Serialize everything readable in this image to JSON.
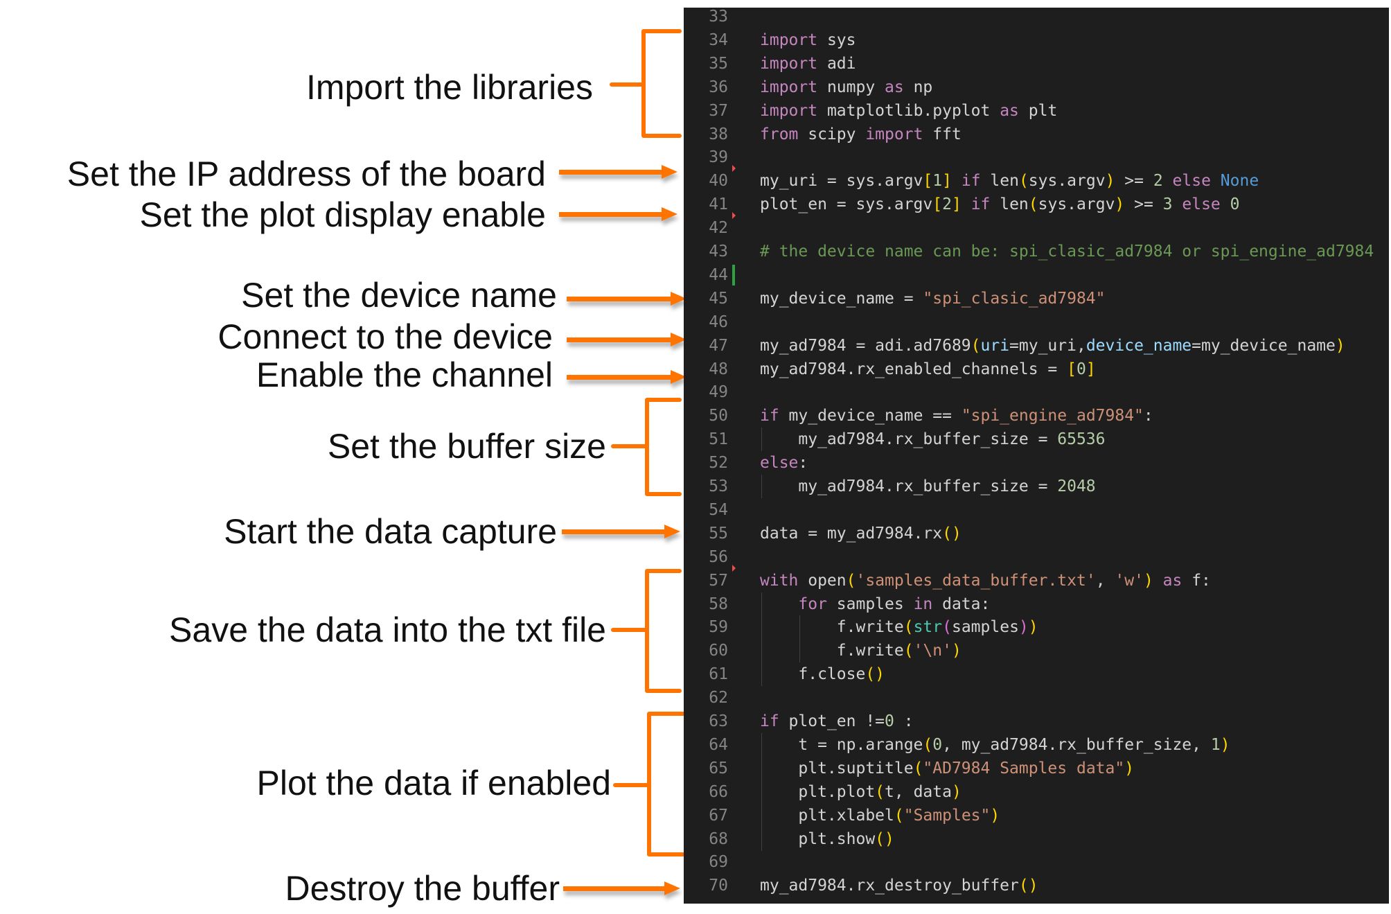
{
  "annotations": [
    "Import the libraries",
    "Set the IP address of the board",
    "Set the plot display enable",
    "Set the device name",
    "Connect to the device",
    "Enable the channel",
    "Set the buffer size",
    "Start the data capture",
    "Save the data into the txt file",
    "Plot the data if enabled",
    "Destroy the buffer"
  ],
  "colors": {
    "accent": "#ff7300",
    "editor_bg": "#1e1e1e"
  },
  "code": {
    "lines": [
      {
        "no": "33",
        "segs": []
      },
      {
        "no": "34",
        "segs": [
          {
            "c": "k",
            "t": "import"
          },
          {
            "c": "t",
            "t": " sys"
          }
        ]
      },
      {
        "no": "35",
        "segs": [
          {
            "c": "k",
            "t": "import"
          },
          {
            "c": "t",
            "t": " adi"
          }
        ]
      },
      {
        "no": "36",
        "segs": [
          {
            "c": "k",
            "t": "import"
          },
          {
            "c": "t",
            "t": " numpy "
          },
          {
            "c": "k",
            "t": "as"
          },
          {
            "c": "t",
            "t": " np"
          }
        ]
      },
      {
        "no": "37",
        "segs": [
          {
            "c": "k",
            "t": "import"
          },
          {
            "c": "t",
            "t": " matplotlib.pyplot "
          },
          {
            "c": "k",
            "t": "as"
          },
          {
            "c": "t",
            "t": " plt"
          }
        ]
      },
      {
        "no": "38",
        "segs": [
          {
            "c": "k",
            "t": "from"
          },
          {
            "c": "t",
            "t": " scipy "
          },
          {
            "c": "k",
            "t": "import"
          },
          {
            "c": "t",
            "t": " fft"
          }
        ]
      },
      {
        "no": "39",
        "segs": []
      },
      {
        "no": "40",
        "marker": "red",
        "segs": [
          {
            "c": "t",
            "t": "my_uri = sys.argv"
          },
          {
            "c": "b1",
            "t": "["
          },
          {
            "c": "n",
            "t": "1"
          },
          {
            "c": "b1",
            "t": "]"
          },
          {
            "c": "t",
            "t": " "
          },
          {
            "c": "k",
            "t": "if"
          },
          {
            "c": "t",
            "t": " len"
          },
          {
            "c": "b1",
            "t": "("
          },
          {
            "c": "t",
            "t": "sys.argv"
          },
          {
            "c": "b1",
            "t": ")"
          },
          {
            "c": "t",
            "t": " >= "
          },
          {
            "c": "n",
            "t": "2"
          },
          {
            "c": "t",
            "t": " "
          },
          {
            "c": "k",
            "t": "else"
          },
          {
            "c": "t",
            "t": " "
          },
          {
            "c": "bl",
            "t": "None"
          }
        ]
      },
      {
        "no": "41",
        "segs": [
          {
            "c": "t",
            "t": "plot_en = sys.argv"
          },
          {
            "c": "b1",
            "t": "["
          },
          {
            "c": "n",
            "t": "2"
          },
          {
            "c": "b1",
            "t": "]"
          },
          {
            "c": "t",
            "t": " "
          },
          {
            "c": "k",
            "t": "if"
          },
          {
            "c": "t",
            "t": " len"
          },
          {
            "c": "b1",
            "t": "("
          },
          {
            "c": "t",
            "t": "sys.argv"
          },
          {
            "c": "b1",
            "t": ")"
          },
          {
            "c": "t",
            "t": " >= "
          },
          {
            "c": "n",
            "t": "3"
          },
          {
            "c": "t",
            "t": " "
          },
          {
            "c": "k",
            "t": "else"
          },
          {
            "c": "t",
            "t": " "
          },
          {
            "c": "n",
            "t": "0"
          }
        ]
      },
      {
        "no": "42",
        "marker": "red",
        "segs": []
      },
      {
        "no": "43",
        "segs": [
          {
            "c": "c",
            "t": "# the device name can be: spi_clasic_ad7984 or spi_engine_ad7984"
          }
        ]
      },
      {
        "no": "44",
        "marker": "green",
        "segs": []
      },
      {
        "no": "45",
        "segs": [
          {
            "c": "t",
            "t": "my_device_name = "
          },
          {
            "c": "s",
            "t": "\"spi_clasic_ad7984\""
          }
        ]
      },
      {
        "no": "46",
        "segs": []
      },
      {
        "no": "47",
        "segs": [
          {
            "c": "t",
            "t": "my_ad7984 = adi.ad7689"
          },
          {
            "c": "b1",
            "t": "("
          },
          {
            "c": "p",
            "t": "uri"
          },
          {
            "c": "t",
            "t": "=my_uri,"
          },
          {
            "c": "p",
            "t": "device_name"
          },
          {
            "c": "t",
            "t": "=my_device_name"
          },
          {
            "c": "b1",
            "t": ")"
          }
        ]
      },
      {
        "no": "48",
        "segs": [
          {
            "c": "t",
            "t": "my_ad7984.rx_enabled_channels = "
          },
          {
            "c": "b1",
            "t": "["
          },
          {
            "c": "n",
            "t": "0"
          },
          {
            "c": "b1",
            "t": "]"
          }
        ]
      },
      {
        "no": "49",
        "segs": []
      },
      {
        "no": "50",
        "segs": [
          {
            "c": "k",
            "t": "if"
          },
          {
            "c": "t",
            "t": " my_device_name == "
          },
          {
            "c": "s",
            "t": "\"spi_engine_ad7984\""
          },
          {
            "c": "t",
            "t": ":"
          }
        ]
      },
      {
        "no": "51",
        "segs": [
          {
            "c": "t",
            "t": "    my_ad7984.rx_buffer_size = "
          },
          {
            "c": "n",
            "t": "65536"
          }
        ]
      },
      {
        "no": "52",
        "segs": [
          {
            "c": "k",
            "t": "else"
          },
          {
            "c": "t",
            "t": ":"
          }
        ]
      },
      {
        "no": "53",
        "segs": [
          {
            "c": "t",
            "t": "    my_ad7984.rx_buffer_size = "
          },
          {
            "c": "n",
            "t": "2048"
          }
        ]
      },
      {
        "no": "54",
        "segs": []
      },
      {
        "no": "55",
        "segs": [
          {
            "c": "t",
            "t": "data = my_ad7984.rx"
          },
          {
            "c": "b1",
            "t": "()"
          }
        ]
      },
      {
        "no": "56",
        "segs": []
      },
      {
        "no": "57",
        "marker": "red",
        "segs": [
          {
            "c": "k",
            "t": "with"
          },
          {
            "c": "t",
            "t": " open"
          },
          {
            "c": "b1",
            "t": "("
          },
          {
            "c": "s",
            "t": "'samples_data_buffer.txt'"
          },
          {
            "c": "t",
            "t": ", "
          },
          {
            "c": "s",
            "t": "'w'"
          },
          {
            "c": "b1",
            "t": ")"
          },
          {
            "c": "t",
            "t": " "
          },
          {
            "c": "k",
            "t": "as"
          },
          {
            "c": "t",
            "t": " f:"
          }
        ]
      },
      {
        "no": "58",
        "segs": [
          {
            "c": "t",
            "t": "    "
          },
          {
            "c": "k",
            "t": "for"
          },
          {
            "c": "t",
            "t": " samples "
          },
          {
            "c": "k",
            "t": "in"
          },
          {
            "c": "t",
            "t": " data:"
          }
        ]
      },
      {
        "no": "59",
        "segs": [
          {
            "c": "t",
            "t": "        f.write"
          },
          {
            "c": "b1",
            "t": "("
          },
          {
            "c": "ty",
            "t": "str"
          },
          {
            "c": "b2",
            "t": "("
          },
          {
            "c": "t",
            "t": "samples"
          },
          {
            "c": "b2",
            "t": ")"
          },
          {
            "c": "b1",
            "t": ")"
          }
        ]
      },
      {
        "no": "60",
        "segs": [
          {
            "c": "t",
            "t": "        f.write"
          },
          {
            "c": "b1",
            "t": "("
          },
          {
            "c": "s",
            "t": "'\\n'"
          },
          {
            "c": "b1",
            "t": ")"
          }
        ]
      },
      {
        "no": "61",
        "segs": [
          {
            "c": "t",
            "t": "    f.close"
          },
          {
            "c": "b1",
            "t": "()"
          }
        ]
      },
      {
        "no": "62",
        "segs": []
      },
      {
        "no": "63",
        "segs": [
          {
            "c": "k",
            "t": "if"
          },
          {
            "c": "t",
            "t": " plot_en !="
          },
          {
            "c": "n",
            "t": "0"
          },
          {
            "c": "t",
            "t": " :"
          }
        ]
      },
      {
        "no": "64",
        "segs": [
          {
            "c": "t",
            "t": "    t = np.arange"
          },
          {
            "c": "b1",
            "t": "("
          },
          {
            "c": "n",
            "t": "0"
          },
          {
            "c": "t",
            "t": ", my_ad7984.rx_buffer_size, "
          },
          {
            "c": "n",
            "t": "1"
          },
          {
            "c": "b1",
            "t": ")"
          }
        ]
      },
      {
        "no": "65",
        "segs": [
          {
            "c": "t",
            "t": "    plt.suptitle"
          },
          {
            "c": "b1",
            "t": "("
          },
          {
            "c": "s",
            "t": "\"AD7984 Samples data\""
          },
          {
            "c": "b1",
            "t": ")"
          }
        ]
      },
      {
        "no": "66",
        "segs": [
          {
            "c": "t",
            "t": "    plt.plot"
          },
          {
            "c": "b1",
            "t": "("
          },
          {
            "c": "t",
            "t": "t, data"
          },
          {
            "c": "b1",
            "t": ")"
          }
        ]
      },
      {
        "no": "67",
        "segs": [
          {
            "c": "t",
            "t": "    plt.xlabel"
          },
          {
            "c": "b1",
            "t": "("
          },
          {
            "c": "s",
            "t": "\"Samples\""
          },
          {
            "c": "b1",
            "t": ")"
          }
        ]
      },
      {
        "no": "68",
        "segs": [
          {
            "c": "t",
            "t": "    plt.show"
          },
          {
            "c": "b1",
            "t": "()"
          }
        ]
      },
      {
        "no": "69",
        "segs": []
      },
      {
        "no": "70",
        "segs": [
          {
            "c": "t",
            "t": "my_ad7984.rx_destroy_buffer"
          },
          {
            "c": "b1",
            "t": "()"
          }
        ]
      }
    ]
  }
}
